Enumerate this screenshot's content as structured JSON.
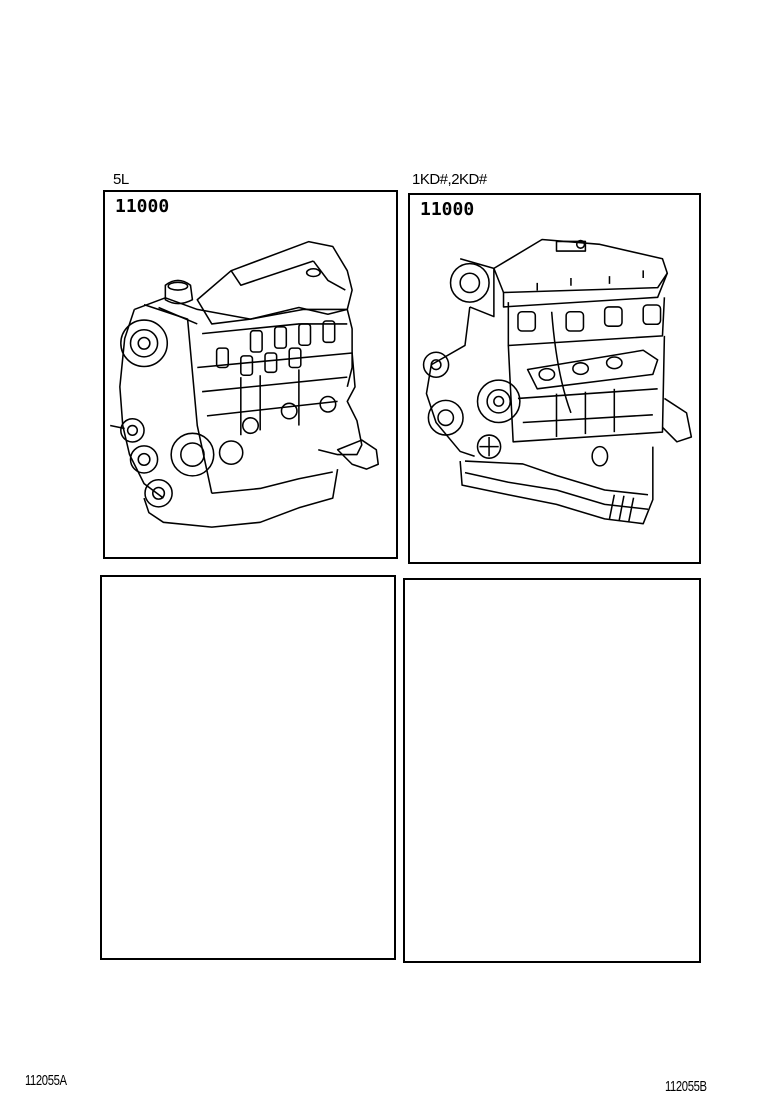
{
  "panels": [
    {
      "engine_label": "5L",
      "part_number": "11000",
      "illustration": "engine-assembly-5l"
    },
    {
      "engine_label": "1KD#,2KD#",
      "part_number": "11000",
      "illustration": "engine-assembly-1kd-2kd"
    },
    {
      "engine_label": "",
      "part_number": "",
      "illustration": ""
    },
    {
      "engine_label": "",
      "part_number": "",
      "illustration": ""
    }
  ],
  "footer": {
    "left_ref": "112055A",
    "right_ref": "112055B"
  }
}
